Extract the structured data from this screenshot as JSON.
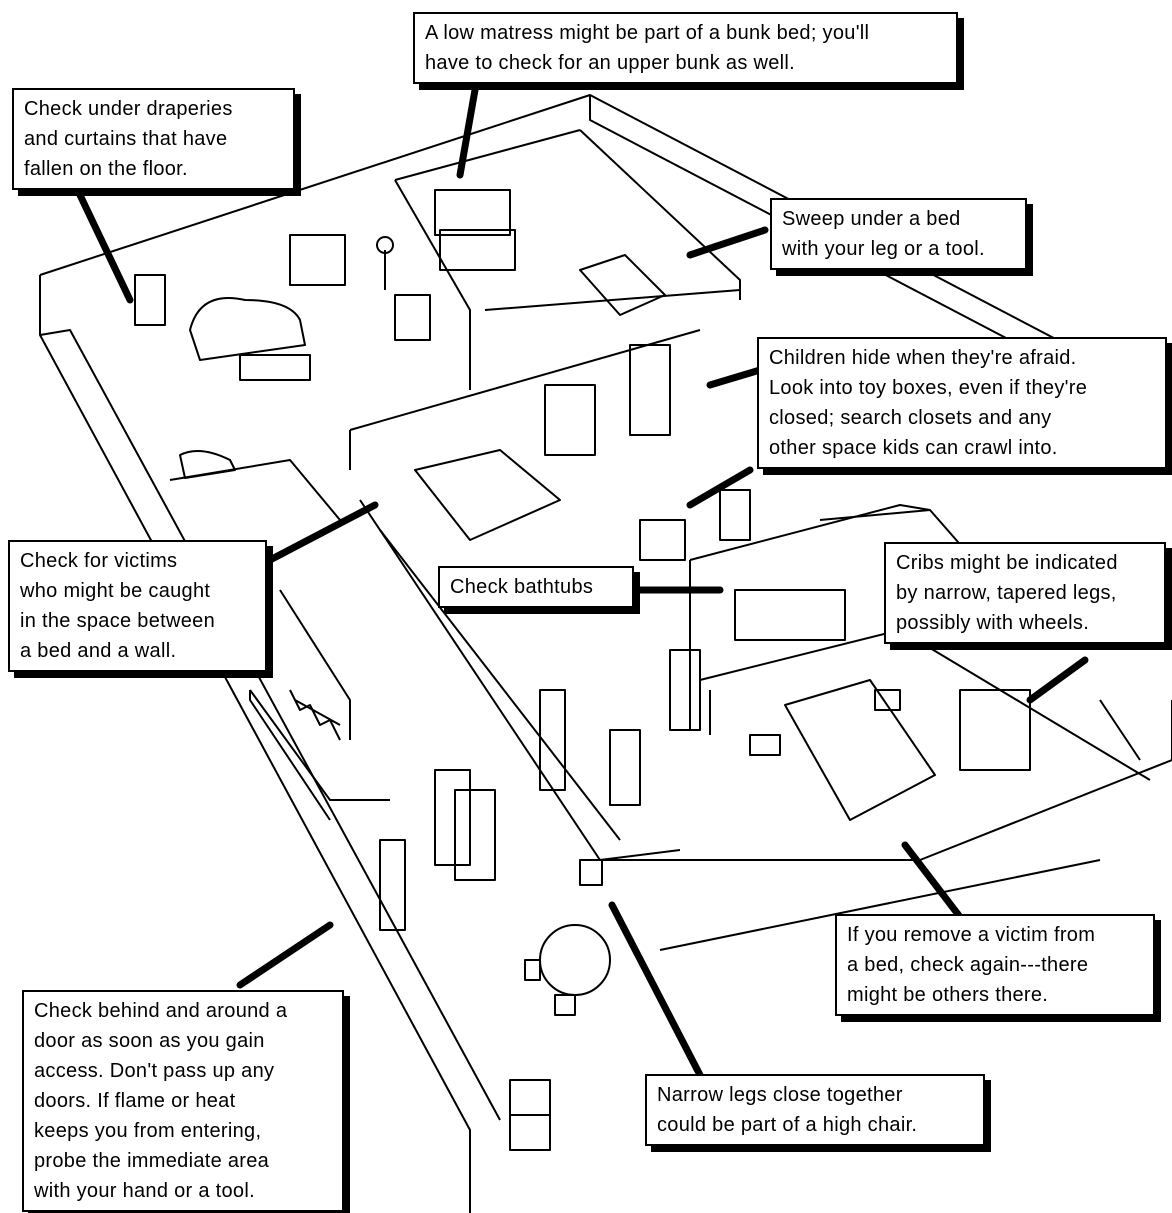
{
  "callouts": {
    "draperies": [
      "Check under draperies",
      "and curtains that have",
      "fallen on the floor."
    ],
    "bunk": [
      "A low matress might be part of a bunk bed; you'll",
      "have to check for an upper bunk as well."
    ],
    "sweep": [
      "Sweep under a bed",
      "with your leg or a tool."
    ],
    "children": [
      "Children hide when they're afraid.",
      "Look into toy boxes, even if they're",
      "closed; search closets and any",
      "other space kids can crawl into."
    ],
    "victims_wall": [
      "Check for victims",
      "who might be caught",
      "in the space between",
      "a bed and a wall."
    ],
    "bathtubs": [
      "Check bathtubs"
    ],
    "cribs": [
      "Cribs might be indicated",
      "by narrow, tapered legs,",
      "possibly with wheels."
    ],
    "remove_victim": [
      "If you remove a victim from",
      "a bed, check again---there",
      "might be others there."
    ],
    "door": [
      "Check behind and around a",
      "door as soon as you gain",
      "access. Don't pass up any",
      "doors. If flame or heat",
      "keeps you from entering,",
      "probe the immediate area",
      "with your hand or a tool."
    ],
    "high_chair": [
      "Narrow legs close together",
      "could be part of a high chair."
    ]
  }
}
